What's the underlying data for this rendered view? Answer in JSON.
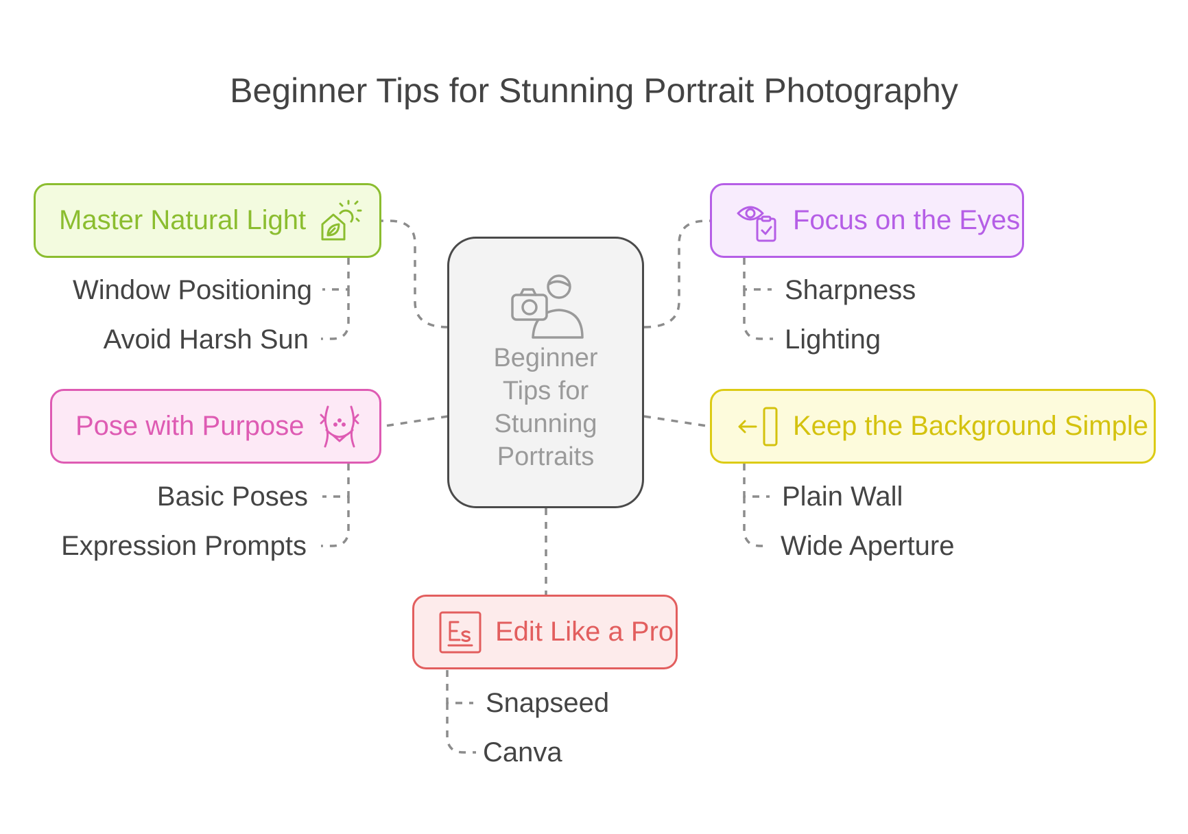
{
  "title": "Beginner Tips for Stunning Portrait Photography",
  "central": {
    "label": "Beginner\nTips for\nStunning\nPortraits",
    "icon": "photographer-camera-icon"
  },
  "topics": [
    {
      "id": "natural-light",
      "label": "Master Natural Light",
      "icon": "sun-house-leaf-icon",
      "color": "#8bbd2f",
      "fill": "#f3fbdf",
      "leaves": [
        "Window Positioning",
        "Avoid Harsh Sun"
      ]
    },
    {
      "id": "eyes",
      "label": "Focus on the Eyes",
      "icon": "eye-clipboard-icon",
      "color": "#b55ee6",
      "fill": "#f8ecfd",
      "leaves": [
        "Sharpness",
        "Lighting"
      ]
    },
    {
      "id": "pose",
      "label": "Pose with Purpose",
      "icon": "body-pose-icon",
      "color": "#de5bb3",
      "fill": "#fde9f6",
      "leaves": [
        "Basic Poses",
        "Expression Prompts"
      ]
    },
    {
      "id": "background",
      "label": "Keep the Background Simple",
      "icon": "arrow-frame-icon",
      "color": "#dccb15",
      "fill": "#fdfbdc",
      "leaves": [
        "Plain Wall",
        "Wide Aperture"
      ]
    },
    {
      "id": "edit",
      "label": "Edit Like a Pro",
      "icon": "editor-es-icon",
      "color": "#e25e5e",
      "fill": "#fdebeb",
      "leaves": [
        "Snapseed",
        "Canva"
      ]
    }
  ]
}
